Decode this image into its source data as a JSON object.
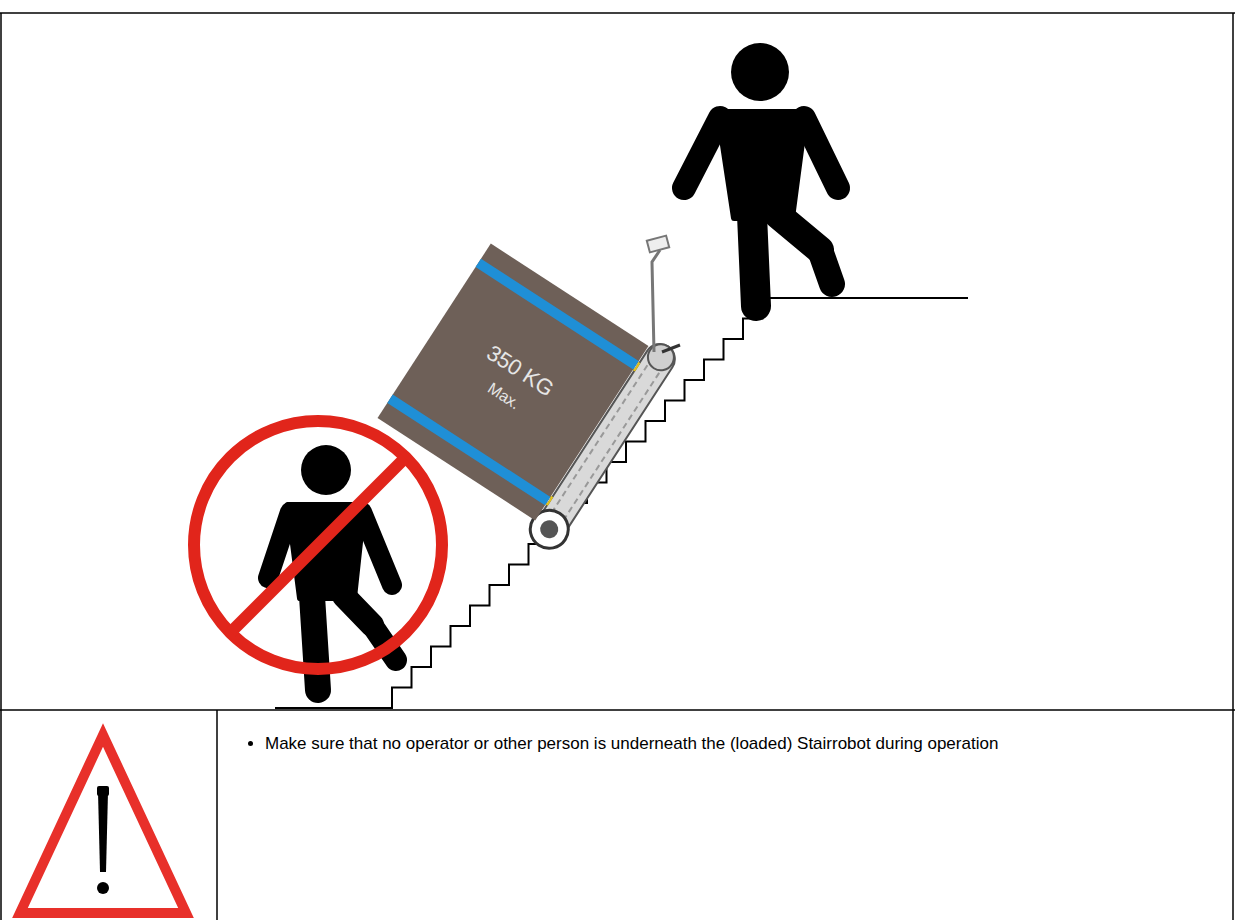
{
  "diagram": {
    "nodes": [
      {
        "text": [
          "350 KG",
          "Max."
        ]
      }
    ],
    "labels": [
      "Make sure that no operator or other person is underneath the (loaded) Stairrobot during operation"
    ]
  }
}
